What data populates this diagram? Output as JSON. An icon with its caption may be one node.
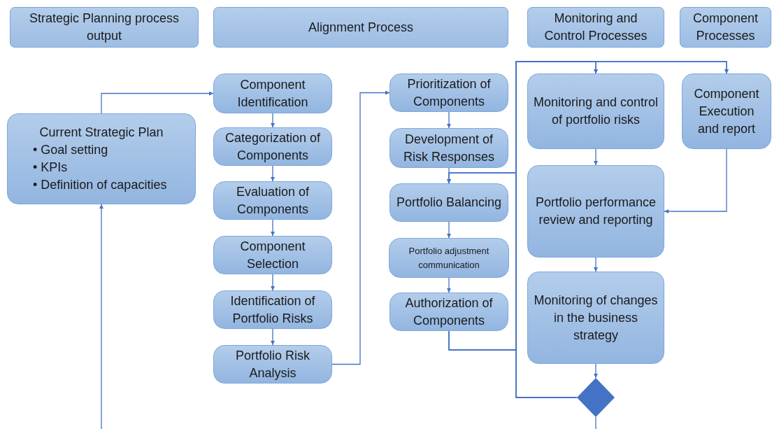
{
  "diagram": {
    "nodes": [
      {
        "text": [
          "Strategic Planning process output"
        ]
      },
      {
        "text": [
          "Alignment Process"
        ]
      },
      {
        "text": [
          "Monitoring and Control Processes"
        ]
      },
      {
        "text": [
          "Component Processes"
        ]
      },
      {
        "text": [
          "Current Strategic Plan",
          "• Goal setting",
          "• KPIs",
          "• Definition of capacities"
        ]
      },
      {
        "text": [
          "Component Identification"
        ]
      },
      {
        "text": [
          "Categorization of Components"
        ]
      },
      {
        "text": [
          "Evaluation of Components"
        ]
      },
      {
        "text": [
          "Component Selection"
        ]
      },
      {
        "text": [
          "Identification of Portfolio Risks"
        ]
      },
      {
        "text": [
          "Portfolio Risk Analysis"
        ]
      },
      {
        "text": [
          "Prioritization of Components"
        ]
      },
      {
        "text": [
          "Development of Risk Responses"
        ]
      },
      {
        "text": [
          "Portfolio Balancing"
        ]
      },
      {
        "text": [
          "Portfolio adjustment communication"
        ]
      },
      {
        "text": [
          "Authorization of Components"
        ]
      },
      {
        "text": [
          "Monitoring and control of portfolio risks"
        ]
      },
      {
        "text": [
          "Component Execution and report"
        ]
      },
      {
        "text": [
          "Portfolio performance review and reporting"
        ]
      },
      {
        "text": [
          "Monitoring of changes in the business strategy"
        ]
      },
      {
        "text": [],
        "shape": "diamond"
      }
    ],
    "edges": [
      {
        "from": 4,
        "to": 5,
        "arrow": "to"
      },
      {
        "from": 5,
        "to": 6,
        "arrow": "to"
      },
      {
        "from": 6,
        "to": 7,
        "arrow": "to"
      },
      {
        "from": 7,
        "to": 8,
        "arrow": "to"
      },
      {
        "from": 8,
        "to": 9,
        "arrow": "to"
      },
      {
        "from": 9,
        "to": 10,
        "arrow": "to"
      },
      {
        "from": 10,
        "to": 11,
        "arrow": "to"
      },
      {
        "from": 11,
        "to": 12,
        "arrow": "to"
      },
      {
        "from": 12,
        "to": 13,
        "arrow": "to"
      },
      {
        "from": 13,
        "to": 14,
        "arrow": "to"
      },
      {
        "from": 14,
        "to": 15,
        "arrow": "to"
      },
      {
        "from": 15,
        "to": 16,
        "arrow": "to"
      },
      {
        "from": 15,
        "to": 17,
        "arrow": "to"
      },
      {
        "from": 15,
        "to": 13,
        "arrow": "to"
      },
      {
        "from": 20,
        "to": 16,
        "arrow": "to"
      },
      {
        "from": 20,
        "to": 17,
        "arrow": "to"
      },
      {
        "from": 20,
        "to": 13,
        "arrow": "to"
      },
      {
        "from": 16,
        "to": 18,
        "arrow": "to"
      },
      {
        "from": 17,
        "to": 18,
        "arrow": "to"
      },
      {
        "from": 18,
        "to": 19,
        "arrow": "to"
      },
      {
        "from": 19,
        "to": 20,
        "arrow": "to"
      },
      {
        "from": 20,
        "to": null,
        "arrow": "none"
      },
      {
        "from": null,
        "to": 4,
        "arrow": "to"
      }
    ]
  }
}
